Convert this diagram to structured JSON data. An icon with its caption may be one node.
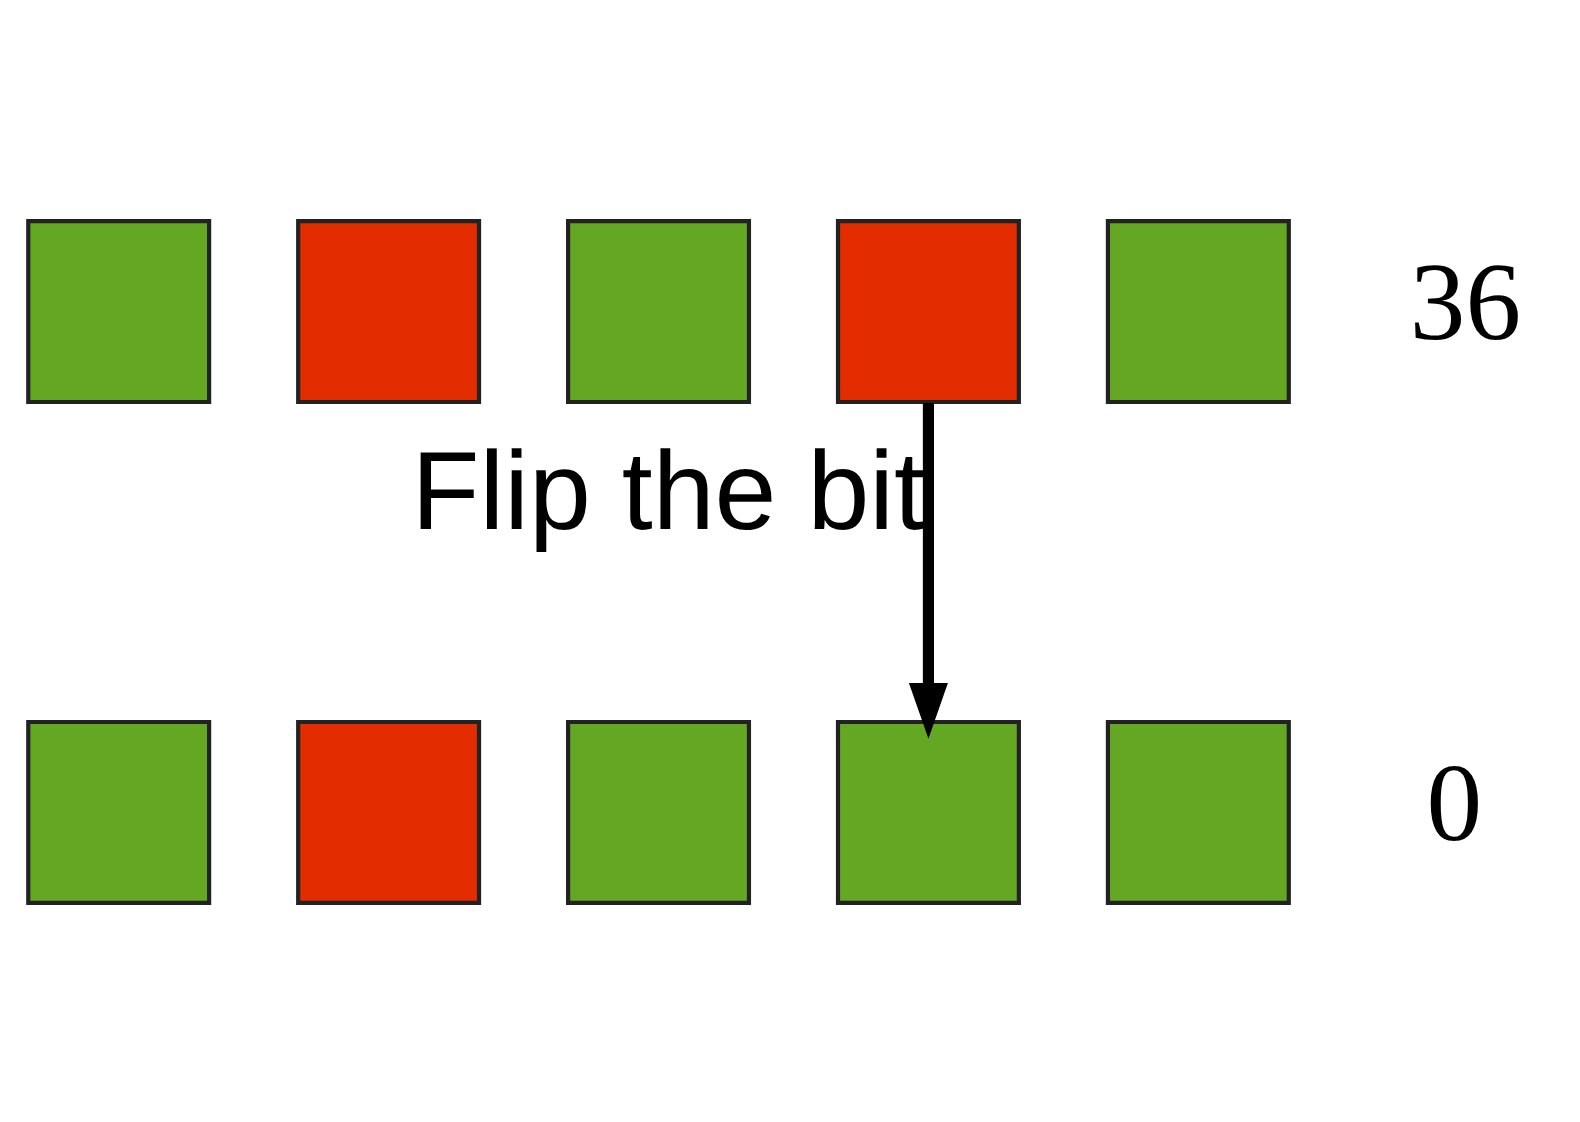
{
  "diagram": {
    "nodes": [
      {
        "text": [],
        "shape": "box"
      },
      {
        "text": [],
        "shape": "box"
      },
      {
        "text": [],
        "shape": "box"
      },
      {
        "text": [],
        "shape": "box"
      },
      {
        "text": [],
        "shape": "box"
      },
      {
        "text": [],
        "shape": "box"
      },
      {
        "text": [],
        "shape": "box"
      },
      {
        "text": [],
        "shape": "box"
      },
      {
        "text": [],
        "shape": "box"
      },
      {
        "text": [],
        "shape": "box"
      }
    ],
    "edges": [
      {
        "from": 3,
        "to": 8,
        "arrow": "to",
        "label": "Flip the bit"
      }
    ],
    "labels": [
      "36",
      "0"
    ]
  }
}
